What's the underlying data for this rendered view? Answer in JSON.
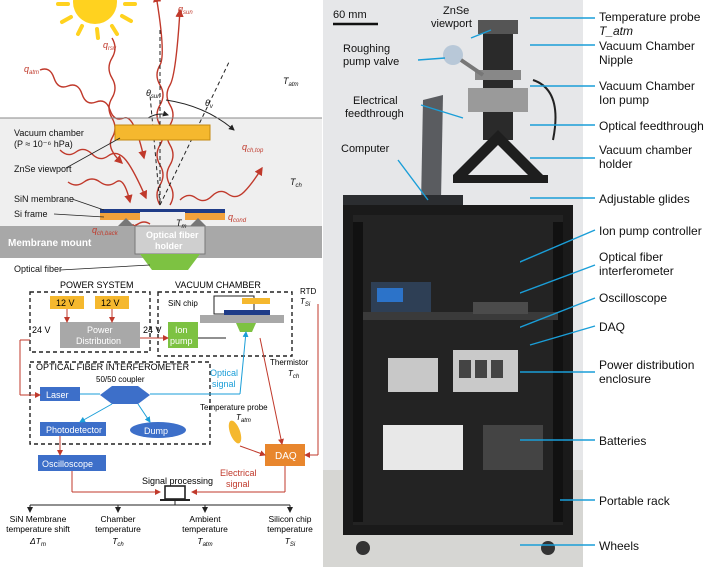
{
  "schematic": {
    "flux_labels": {
      "q_sun": "q",
      "q_sun_sub": "sun",
      "q_atm": "q",
      "q_atm_sub": "atm",
      "q_ch_top": "q",
      "q_ch_top_sub": "ch,top",
      "q_ch_back": "q",
      "q_ch_back_sub": "ch,back",
      "q_cond": "q",
      "q_cond_sub": "cond",
      "q_rsv": "q",
      "q_rsv_sub": "rsv"
    },
    "theta_sun": "θ",
    "theta_sun_sub": "sun",
    "theta_v": "θ",
    "theta_v_sub": "v",
    "t_atm": "T",
    "t_atm_sub": "atm",
    "t_ch": "T",
    "t_ch_sub": "ch",
    "t_m": "T",
    "t_m_sub": "m",
    "vacuum_chamber_line1": "Vacuum chamber",
    "vacuum_chamber_line2": "(P ≈ 10⁻⁶ hPa)",
    "znse_viewport": "ZnSe viewport",
    "sin_membrane": "SiN membrane",
    "si_frame": "Si frame",
    "membrane_mount": "Membrane mount",
    "optical_fiber_holder_1": "Optical fiber",
    "optical_fiber_holder_2": "holder",
    "optical_fiber": "Optical fiber"
  },
  "block_diagram": {
    "power_system": "POWER SYSTEM",
    "v12_a": "12 V",
    "v12_b": "12 V",
    "power_distribution_1": "Power",
    "power_distribution_2": "Distribution",
    "v24_left": "24 V",
    "v24_right": "24 V",
    "vacuum_chamber": "VACUUM CHAMBER",
    "sin_chip": "SiN chip",
    "rtd": "RTD",
    "t_si": "T",
    "t_si_sub": "Si",
    "ion_pump_1": "Ion",
    "ion_pump_2": "pump",
    "thermistor": "Thermistor",
    "t_ch": "T",
    "t_ch_sub": "ch",
    "ofi": "OPTICAL FIBER INTERFEROMETER",
    "coupler": "50/50 coupler",
    "laser": "Laser",
    "photodetector": "Photodetector",
    "dump": "Dump",
    "optical_signal_1": "Optical",
    "optical_signal_2": "signal",
    "temp_probe": "Temperature probe",
    "t_atm": "T",
    "t_atm_sub": "atm",
    "daq": "DAQ",
    "oscilloscope": "Oscilloscope",
    "signal_processing": "Signal processing",
    "electrical_signal_1": "Electrical",
    "electrical_signal_2": "signal",
    "outputs": [
      {
        "l1": "SiN Membrane",
        "l2": "temperature shift",
        "sym": "ΔT",
        "sub": "m"
      },
      {
        "l1": "Chamber",
        "l2": "temperature",
        "sym": "T",
        "sub": "ch"
      },
      {
        "l1": "Ambient",
        "l2": "temperature",
        "sym": "T",
        "sub": "atm"
      },
      {
        "l1": "Silicon chip",
        "l2": "temperature",
        "sym": "T",
        "sub": "Si"
      }
    ]
  },
  "photo": {
    "scale_bar": "60 mm",
    "znse_viewport_1": "ZnSe",
    "znse_viewport_2": "viewport",
    "roughing_1": "Roughing",
    "roughing_2": "pump valve",
    "electrical_1": "Electrical",
    "electrical_2": "feedthrough",
    "computer": "Computer",
    "right_labels": [
      {
        "l1": "Temperature probe",
        "l2": "T_atm"
      },
      {
        "l1": "Vacuum Chamber",
        "l2": "Nipple"
      },
      {
        "l1": "Vacuum Chamber",
        "l2": "Ion pump"
      },
      {
        "l1": "Optical feedthrough",
        "l2": ""
      },
      {
        "l1": "Vacuum chamber",
        "l2": "holder"
      },
      {
        "l1": "Adjustable glides",
        "l2": ""
      },
      {
        "l1": "Ion pump controller",
        "l2": ""
      },
      {
        "l1": "Optical fiber",
        "l2": "interferometer"
      },
      {
        "l1": "Oscilloscope",
        "l2": ""
      },
      {
        "l1": "DAQ",
        "l2": ""
      },
      {
        "l1": "Power distribution",
        "l2": "enclosure"
      },
      {
        "l1": "Batteries",
        "l2": ""
      },
      {
        "l1": "Portable rack",
        "l2": ""
      },
      {
        "l1": "Wheels",
        "l2": ""
      }
    ]
  },
  "colors": {
    "ray_red": "#c0392b",
    "znse_yellow": "#f5b82e",
    "sun": "#ffd21f",
    "sin_blue": "#1f3c88",
    "fiber_green": "#7dc242",
    "box_blue": "#3d6fc9",
    "daq_orange": "#e8862d",
    "optical_blue": "#1a9ed8",
    "arrow_blue": "#1a9ed8"
  }
}
